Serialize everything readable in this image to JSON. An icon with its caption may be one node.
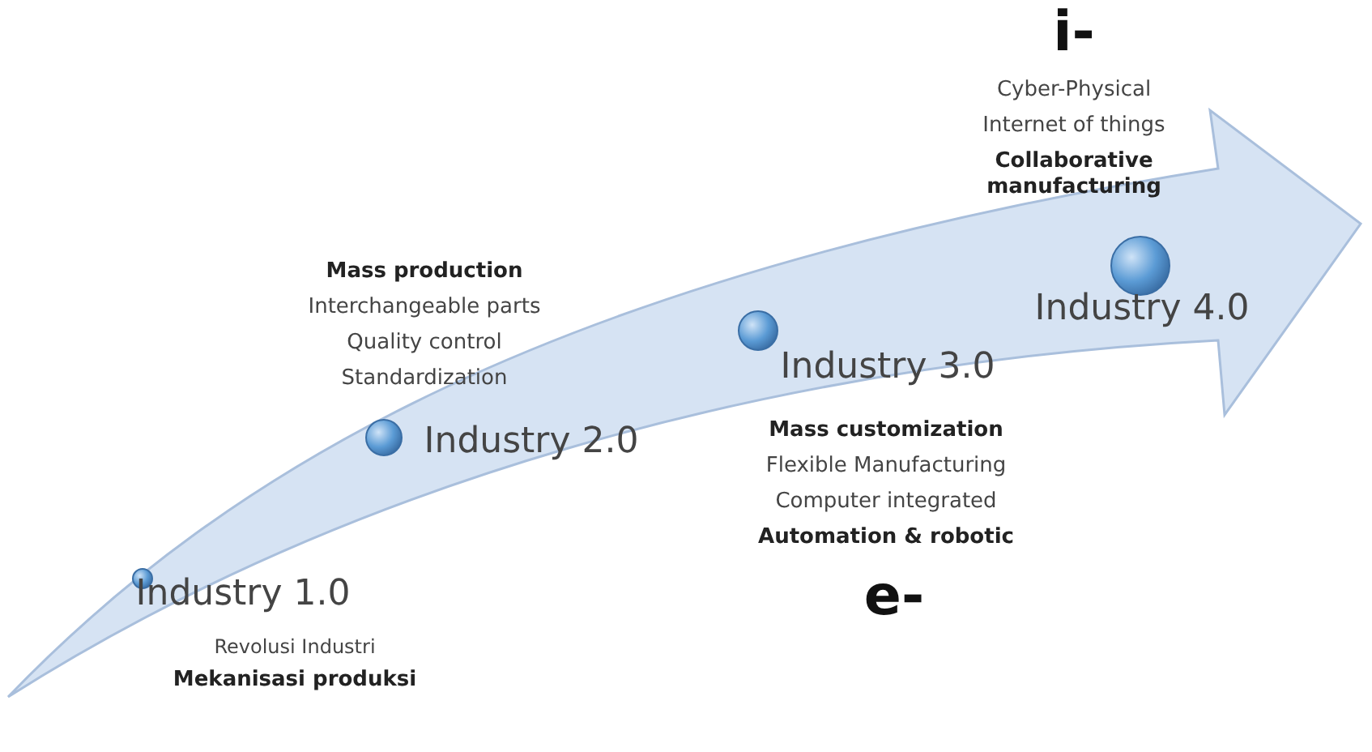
{
  "diagram": {
    "labels": [
      "i-",
      "Cyber-Physical",
      "Internet of things",
      "Collaborative manufacturing",
      "Mass production",
      "Interchangeable parts",
      "Quality control",
      "Standardization",
      "Industry 4.0",
      "Industry 3.0",
      "Industry 2.0",
      "Mass customization",
      "Flexible Manufacturing",
      "Computer integrated",
      "Automation & robotic",
      "e-",
      "Industry 1.0",
      "Revolusi Industri",
      "Mekanisasi produksi"
    ]
  }
}
